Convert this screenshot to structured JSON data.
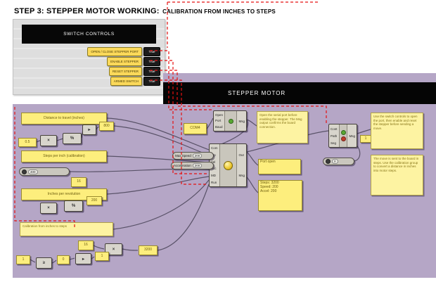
{
  "title": {
    "main": "STEP 3: STEPPER MOTOR WORKING:",
    "sub": "CALIBRATION FROM INCHES TO STEPS"
  },
  "switch_panel": {
    "header": "SWITCH CONTROLS",
    "buttons": [
      {
        "label": "OPEN / CLOSE STEPPER PORT",
        "state": "True"
      },
      {
        "label": "ENABLE STEPPER",
        "state": "True"
      },
      {
        "label": "RESET STEPPER",
        "state": "True"
      },
      {
        "label": "ARMED SWITCH",
        "state": "True"
      }
    ]
  },
  "canvas": {
    "header": "STEPPER MOTOR",
    "left": {
      "panel_distance": "Distance to travel (inches)",
      "val_a": "0.5",
      "expr_a": "×",
      "expr_b": "%",
      "gate_a": "▸",
      "val_b": "800",
      "panel_steps": "Steps per inch (calibration)",
      "slider_steps": "400",
      "note_16": "16",
      "panel_inches": "Inches per revolution",
      "expr_c": "×",
      "expr_d": "%",
      "val_c": "200",
      "note_calibration": "Calibration from inches to steps",
      "val_d": "16",
      "expr_e": "×",
      "val_e": "3200",
      "val_f": "1",
      "expr_f": "≥",
      "val_g": "0",
      "expr_g": "▸",
      "val_h": "1"
    },
    "middle": {
      "panel_com": "COM4",
      "open_comp": {
        "inputs": [
          "Open",
          "Port",
          "Baud"
        ],
        "outputs": [
          "Msg"
        ]
      },
      "stepper_comp": {
        "inputs": [
          "Com",
          "Stp",
          "Vel",
          "Acc",
          "MD",
          "Run"
        ],
        "outputs": [
          "Out",
          "Msg"
        ]
      },
      "cap_speed": {
        "label": "Max Speed",
        "value": "200"
      },
      "cap_accel": {
        "label": "Acceleration",
        "value": "200"
      },
      "panel_msg1": "Port open",
      "panel_msg2": "Steps: 3200\nSpeed: 200\nAccel: 200",
      "note_port": "Open the serial port before enabling the stepper. The Msg output confirms the board connection."
    },
    "right": {
      "read_comp": {
        "inputs": [
          "Cont",
          "Path",
          "Seg"
        ],
        "outputs": [
          "Msg"
        ]
      },
      "val_r": "1",
      "cap_r": "0",
      "note_switches": "Use the switch controls to open the port, then enable and reset the stepper before sending a move.",
      "note_steps": "The move is sent to the board in steps. Use the calibration group to convert a distance in inches into motor steps."
    }
  }
}
